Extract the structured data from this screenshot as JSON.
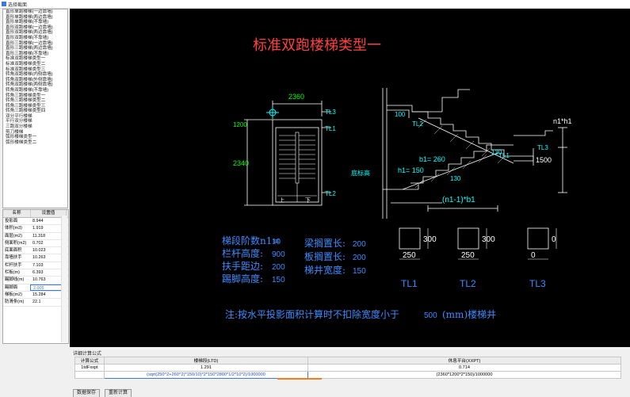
{
  "window": {
    "title": "选择截面"
  },
  "tree_items": [
    "直形单跑楼梯(一边靠墙)",
    "直形单跑楼梯(两边靠墙)",
    "直形单跑楼梯(不靠墙)",
    "直形双跑楼梯(一边靠墙)",
    "直形双跑楼梯(两边靠墙)",
    "直形双跑楼梯(不靠墙)",
    "直形三跑楼梯(一边靠墙)",
    "直形三跑楼梯(两边靠墙)",
    "直形三跑楼梯(不靠墙)",
    "标准双跑楼梯类型一",
    "标准双跑楼梯类型二",
    "标准双跑楼梯类型三",
    "转角双跑楼梯(内侧靠墙)",
    "转角双跑楼梯(外侧靠墙)",
    "转角双跑楼梯(两侧靠墙)",
    "转角双跑楼梯(不靠墙)",
    "转角三跑楼梯类型一",
    "转角三跑楼梯类型二",
    "转角三跑楼梯类型三",
    "转角三跑楼梯类型四",
    "双分平行楼梯",
    "平行双分楼梯",
    "三跑双分楼梯",
    "剪刀楼梯",
    "弧形楼梯类型一",
    "弧形楼梯类型二"
  ],
  "props": {
    "headers": [
      "名称",
      "设置值"
    ],
    "rows": [
      [
        "投影面",
        "8.944"
      ],
      [
        "体积(m3)",
        "1.919"
      ],
      [
        "面层(m2)",
        "11.318"
      ],
      [
        "侧面积(m2)",
        "0.702"
      ],
      [
        "底面面积",
        "10.023"
      ],
      [
        "靠墙扶手",
        "10.263"
      ],
      [
        "栏杆扶手",
        "7.103"
      ],
      [
        "栏板(m)",
        "6.393"
      ],
      [
        "踢脚线(m)",
        "10.763"
      ],
      [
        "踢脚面",
        "2.005"
      ],
      [
        "梯板(m2)",
        "15.284"
      ],
      [
        "防滑条(m)",
        "22.1"
      ]
    ],
    "selected_index": 9
  },
  "drawing": {
    "title": "标准双跑楼梯类型一",
    "dims": {
      "plan_width": "2360",
      "plan_left": "1200",
      "plan_height": "2340",
      "tl3": "TL3",
      "tl1": "TL1",
      "tl2": "TL2",
      "up": "上",
      "down": "下",
      "sec_100": "100",
      "sec_tl2": "TL2",
      "sec_tl1": "TL1",
      "sec_tl3": "TL3",
      "b1": "b1= 260",
      "h1": "h1= 150",
      "base": "底标高",
      "n1b1": "(n1-1)*b1",
      "sec_130a": "130",
      "sec_130b": "130",
      "n1h1": "n1*h1",
      "sec_1500": "1500"
    },
    "params": [
      {
        "label": "梯段阶数n1=",
        "value": "10"
      },
      {
        "label": "栏杆高度:",
        "value": "900"
      },
      {
        "label": "扶手距边:",
        "value": "200"
      },
      {
        "label": "踢脚高度:",
        "value": "150"
      }
    ],
    "params2": [
      {
        "label": "梁搁置长:",
        "value": "200"
      },
      {
        "label": "板搁置长:",
        "value": "200"
      },
      {
        "label": "梯井宽度:",
        "value": "150"
      }
    ],
    "beams": [
      {
        "name": "TL1",
        "w": "250",
        "h": "300"
      },
      {
        "name": "TL2",
        "w": "250",
        "h": "300"
      },
      {
        "name": "TL3",
        "w": "0",
        "h": "0"
      }
    ],
    "note": {
      "text": "注:按水平投影面积计算时不扣除宽度小于",
      "value": "500",
      "unit": "(mm)楼梯井"
    }
  },
  "calc": {
    "label": "详细计算公式",
    "headers": [
      "计算公式",
      "楼梯段(LTD)",
      "休息平台(XXPT)"
    ],
    "rows": [
      [
        "1tdFxxpt",
        "1.291",
        "0.714"
      ],
      [
        "",
        "(sqrt(250^2+260^2)*150/10)*2*150*2800*1/2*10*2)/1000000",
        "(2360*1200*2*150)/1000000"
      ]
    ]
  },
  "buttons": {
    "save": "数据保存",
    "recalc": "重新计算"
  },
  "colors": {
    "canvas": "#000000",
    "line": "#ffffff",
    "accent_cyan": "#00ffff",
    "accent_green": "#00ff00",
    "params_blue": "#3c8cff",
    "title_red": "#ff4040"
  }
}
